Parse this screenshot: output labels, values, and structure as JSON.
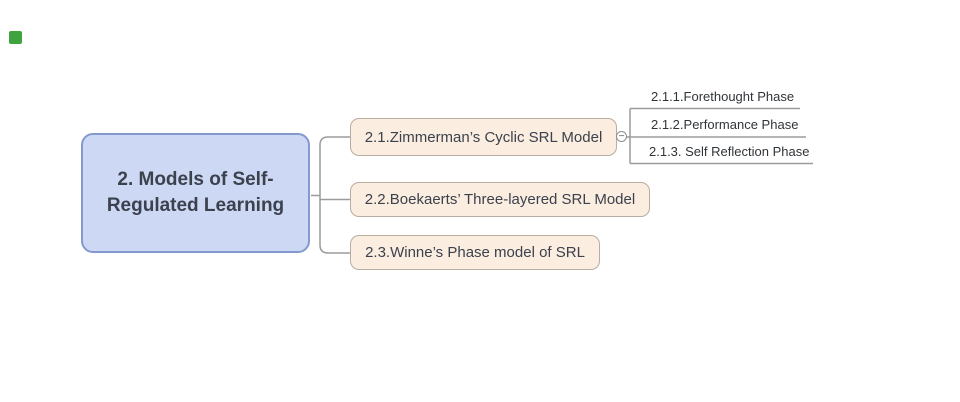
{
  "canvas": {
    "background_color": "#ffffff"
  },
  "marker": {
    "description": "small green square at top-left of canvas",
    "color": "#3fa33f"
  },
  "mindmap": {
    "connector_color": "#9b9b9b",
    "root": {
      "label": "2. Models of Self-Regulated Learning",
      "fill_color": "#cdd9f4",
      "border_color": "#8399cf",
      "text_color": "#3b414d"
    },
    "child_style": {
      "fill_color": "#fbeee0",
      "border_color": "#b9aca0",
      "text_color": "#3b414d"
    },
    "children": [
      {
        "label": "2.1.Zimmerman’s Cyclic SRL Model"
      },
      {
        "label": "2.2.Boekaerts’ Three-layered SRL Model"
      },
      {
        "label": "2.3.Winne’s Phase model of SRL"
      }
    ],
    "toggle": {
      "state": "expanded",
      "symbol": "−"
    },
    "subitems": [
      {
        "label": "2.1.1.Forethought Phase"
      },
      {
        "label": "2.1.2.Performance Phase"
      },
      {
        "label": "2.1.3. Self Reflection Phase"
      }
    ]
  }
}
